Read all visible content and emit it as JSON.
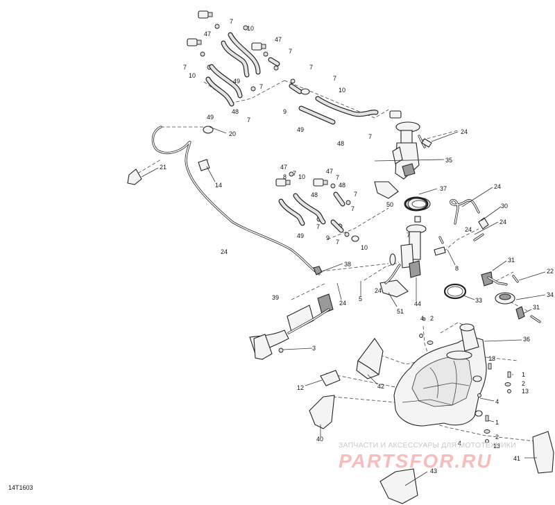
{
  "diagram": {
    "reference_code": "14T1603",
    "callouts": [
      "7",
      "10",
      "47",
      "7",
      "10",
      "47",
      "7",
      "7",
      "49",
      "48",
      "7",
      "7",
      "7",
      "10",
      "9",
      "49",
      "48",
      "7",
      "49",
      "20",
      "24",
      "21",
      "14",
      "48",
      "35",
      "24",
      "47",
      "7",
      "10",
      "47",
      "7",
      "48",
      "7",
      "7",
      "8",
      "7",
      "9",
      "7",
      "10",
      "49",
      "24",
      "37",
      "50",
      "24",
      "30",
      "7",
      "24",
      "8",
      "24",
      "38",
      "5",
      "24",
      "39",
      "51",
      "44",
      "33",
      "31",
      "22",
      "34",
      "31",
      "4",
      "2",
      "3",
      "36",
      "12",
      "42",
      "13",
      "1",
      "2",
      "13",
      "4",
      "40",
      "1",
      "2",
      "13",
      "4",
      "41",
      "43"
    ],
    "watermark": {
      "caption": "ЗАПЧАСТИ И АКСЕССУАРЫ ДЛЯ МОТОТЕХНИКИ",
      "logo_text": "PARTSFOR.RU",
      "color": "#e8302c"
    }
  }
}
